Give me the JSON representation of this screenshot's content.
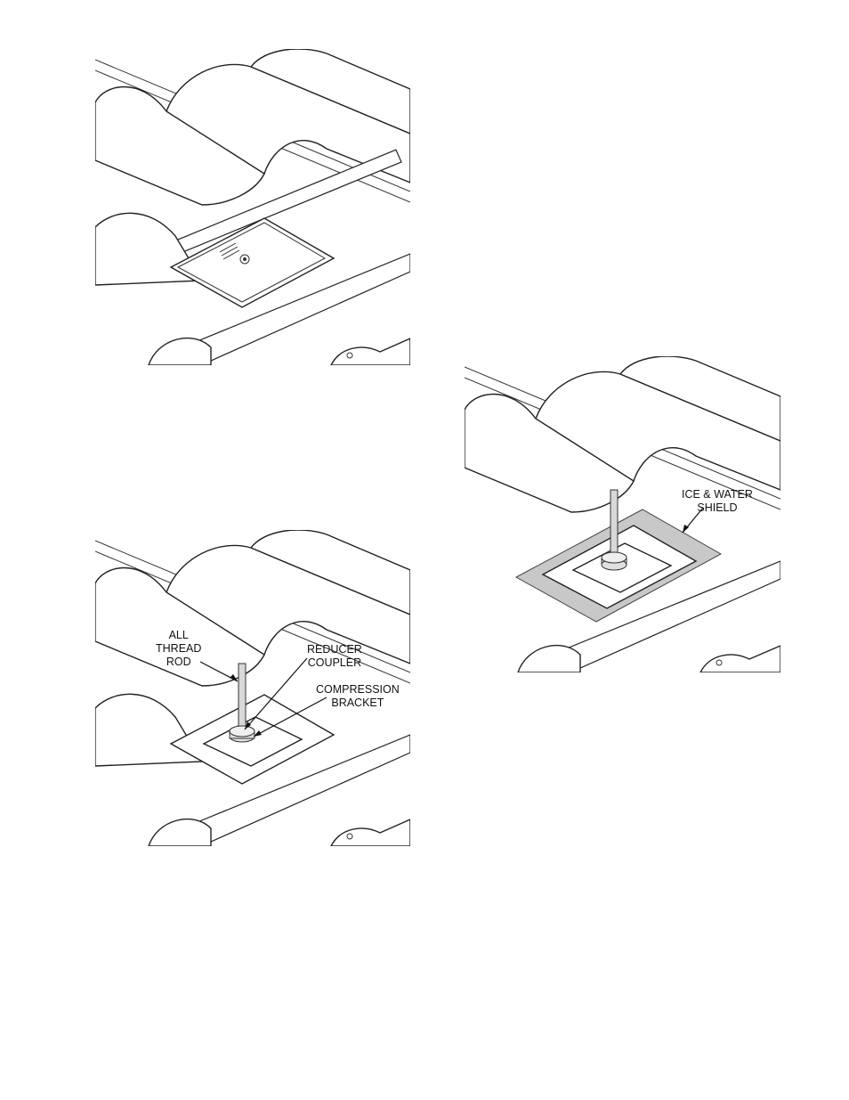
{
  "figure": {
    "panel_1": {},
    "panel_2": {
      "labels": {
        "rod": [
          "ALL",
          "THREAD",
          "ROD"
        ],
        "coupler": [
          "REDUCER",
          "COUPLER"
        ],
        "bracket": [
          "COMPRESSION",
          "BRACKET"
        ]
      }
    },
    "panel_3": {
      "labels": {
        "shield": [
          "ICE & WATER",
          "SHIELD"
        ]
      },
      "colors": {
        "shield_fill": "#c8c8c8"
      }
    }
  }
}
